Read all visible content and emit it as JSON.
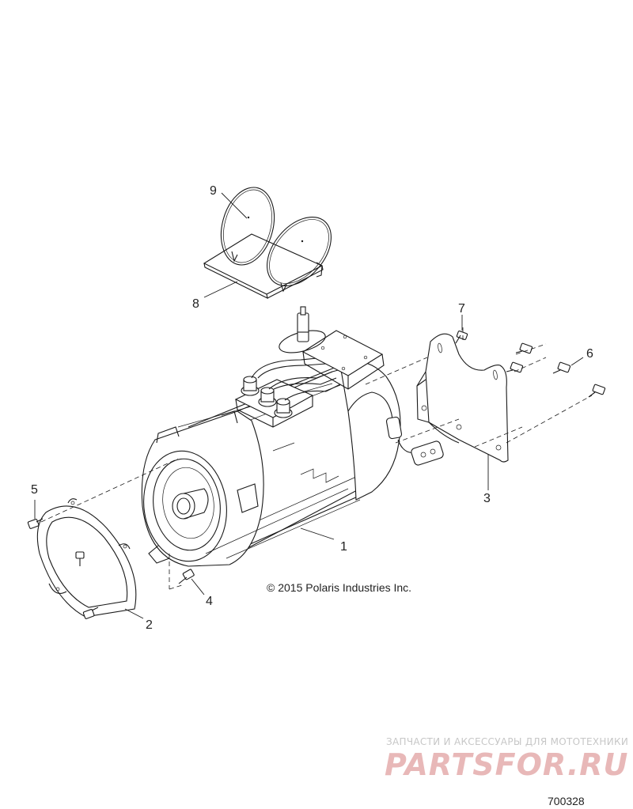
{
  "callouts": [
    {
      "id": "1",
      "text": "1"
    },
    {
      "id": "2",
      "text": "2"
    },
    {
      "id": "3",
      "text": "3"
    },
    {
      "id": "4",
      "text": "4"
    },
    {
      "id": "5",
      "text": "5"
    },
    {
      "id": "6",
      "text": "6"
    },
    {
      "id": "7",
      "text": "7"
    },
    {
      "id": "8",
      "text": "8"
    },
    {
      "id": "9",
      "text": "9"
    }
  ],
  "copyright": "© 2015 Polaris Industries Inc.",
  "watermark": {
    "tagline": "ЗАПЧАСТИ И АКСЕССУАРЫ ДЛЯ МОТОТЕХНИКИ",
    "brand": "PARTSFOR.RU",
    "brand_color": "#e8b8b8"
  },
  "figure_number": "700328"
}
